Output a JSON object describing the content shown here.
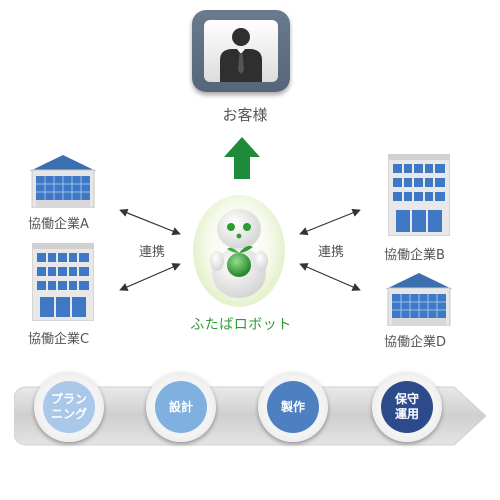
{
  "customer": {
    "label": "お客様",
    "icon": "businessman-icon"
  },
  "robot": {
    "label": "ふたばロボット",
    "icon": "robot-mascot-icon",
    "color": "#2f9a34"
  },
  "link_label": "連携",
  "companies": [
    {
      "label": "協働企業A",
      "icon": "factory-building-icon"
    },
    {
      "label": "協働企業B",
      "icon": "office-building-icon"
    },
    {
      "label": "協働企業C",
      "icon": "office-building-icon"
    },
    {
      "label": "協働企業D",
      "icon": "factory-building-icon"
    }
  ],
  "process_steps": [
    {
      "label": "プラン\nニング",
      "color": "#a9c8ea"
    },
    {
      "label": "設計",
      "color": "#7fb0e0"
    },
    {
      "label": "製作",
      "color": "#4e7fc0"
    },
    {
      "label": "保守\n運用",
      "color": "#2d4a8a"
    }
  ],
  "colors": {
    "arrow_up": "#1e8a3a",
    "building_blue": "#3f79c6",
    "card": "#5f6f84"
  }
}
